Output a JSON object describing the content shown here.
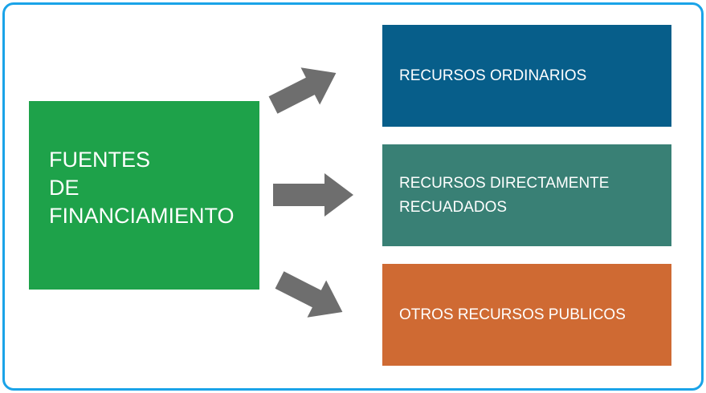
{
  "diagram": {
    "source": {
      "lines": [
        "FUENTES",
        "DE",
        "FINANCIAMIENTO"
      ]
    },
    "targets": [
      {
        "line1": "RECURSOS ORDINARIOS",
        "line2": ""
      },
      {
        "line1": "RECURSOS DIRECTAMENTE",
        "line2": "RECUADADOS"
      },
      {
        "line1": "OTROS RECURSOS PUBLICOS",
        "line2": ""
      }
    ]
  },
  "colors": {
    "frame": "#1aa3e8",
    "source": "#1ea24a",
    "target_1": "#075e8a",
    "target_2": "#398075",
    "target_3": "#cf6a33",
    "arrow": "#6e6e6e"
  }
}
